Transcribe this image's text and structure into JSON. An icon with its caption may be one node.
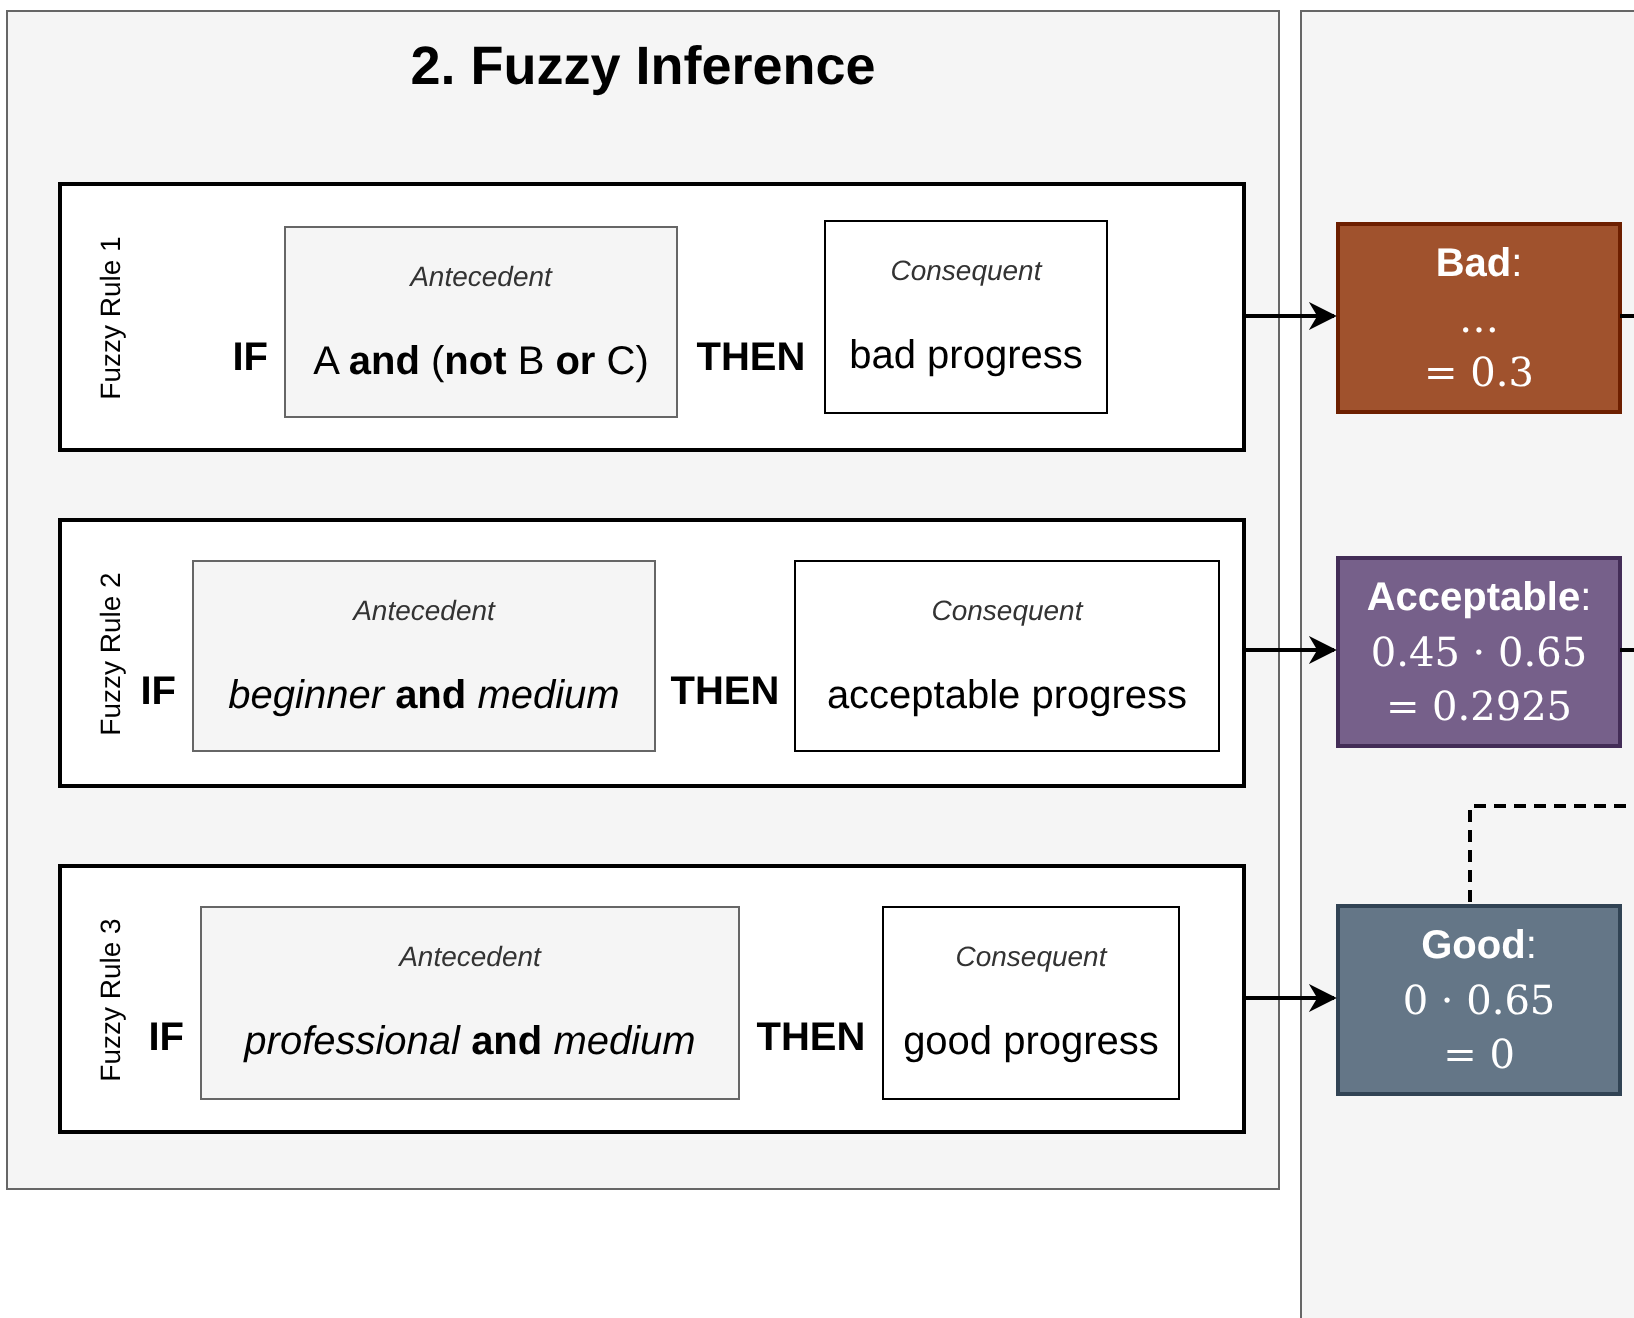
{
  "diagram": {
    "nodes": [
      {
        "text": [
          "2. Fuzzy Inference"
        ]
      },
      {
        "text": [
          "Fuzzy Rule 1",
          "IF",
          "THEN"
        ],
        "in": 0
      },
      {
        "text": [
          "Antecedent",
          "A **and** (**not** B **or** C)"
        ],
        "in": 1
      },
      {
        "text": [
          "Consequent",
          "bad progress"
        ],
        "in": 1
      },
      {
        "text": [
          "Fuzzy Rule 2",
          "IF",
          "THEN"
        ],
        "in": 0
      },
      {
        "text": [
          "Antecedent",
          "*beginner* **and** *medium*"
        ],
        "in": 4
      },
      {
        "text": [
          "Consequent",
          "acceptable progress"
        ],
        "in": 4
      },
      {
        "text": [
          "Fuzzy Rule 3",
          "IF",
          "THEN"
        ],
        "in": 0
      },
      {
        "text": [
          "Antecedent",
          "*professional* **and** *medium*"
        ],
        "in": 7
      },
      {
        "text": [
          "Consequent",
          "good progress"
        ],
        "in": 7
      },
      {
        "text": [],
        "shape": "box"
      },
      {
        "text": [
          "**Bad**:",
          "…",
          "= 0.3"
        ],
        "in": 10
      },
      {
        "text": [
          "**Acceptable**:",
          "0.45 · 0.65",
          "= 0.2925"
        ],
        "in": 10
      },
      {
        "text": [
          "**Good**:",
          "0 · 0.65",
          "= 0"
        ],
        "in": 10
      }
    ],
    "edges": [
      {
        "from": 1,
        "to": 11,
        "arrow": "to"
      },
      {
        "from": 4,
        "to": 12,
        "arrow": "to"
      },
      {
        "from": 7,
        "to": 13,
        "arrow": "to"
      },
      {
        "from": 11,
        "to": null,
        "arrow": "none"
      },
      {
        "from": 12,
        "to": null,
        "arrow": "none"
      },
      {
        "from": 13,
        "to": null,
        "arrow": "none",
        "style": "dashed"
      }
    ]
  }
}
